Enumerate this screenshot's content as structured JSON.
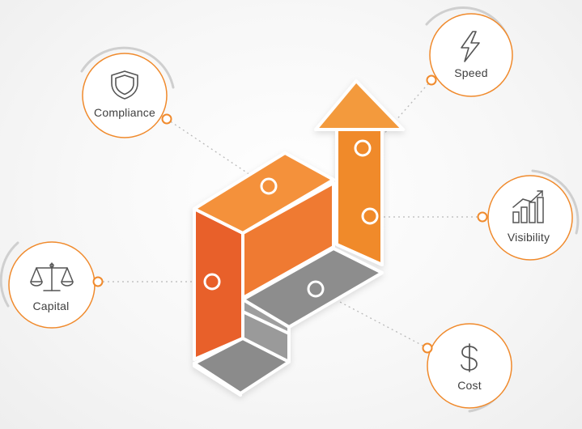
{
  "colors": {
    "accent": "#f08a2c",
    "accent_dark": "#e8612b",
    "gray_block": "#8a8a8a",
    "icon": "#555555"
  },
  "nodes": [
    {
      "key": "compliance",
      "label": "Compliance",
      "icon": "shield-icon"
    },
    {
      "key": "speed",
      "label": "Speed",
      "icon": "lightning-icon"
    },
    {
      "key": "visibility",
      "label": "Visibility",
      "icon": "bar-chart-icon"
    },
    {
      "key": "capital",
      "label": "Capital",
      "icon": "scales-icon"
    },
    {
      "key": "cost",
      "label": "Cost",
      "icon": "dollar-icon"
    }
  ]
}
